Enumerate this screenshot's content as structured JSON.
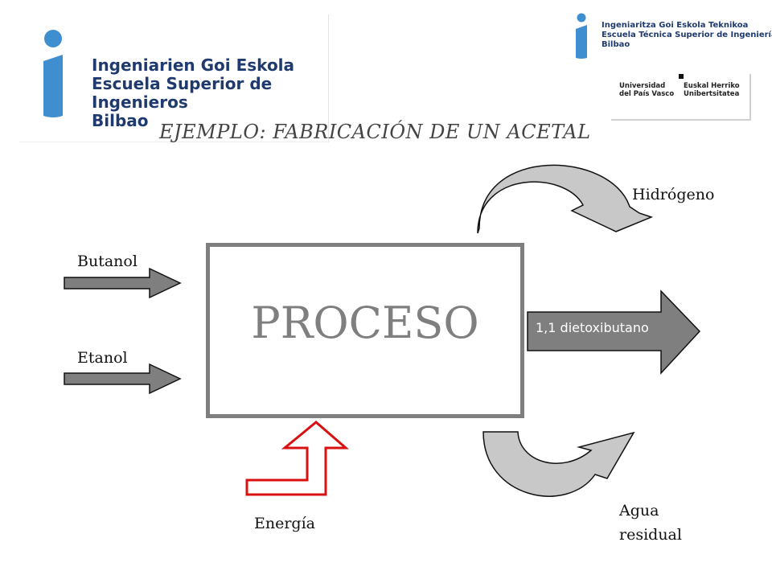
{
  "header": {
    "logo_left_lines": [
      "Ingeniarien Goi Eskola",
      "Escuela Superior de Ingenieros",
      "Bilbao"
    ],
    "logo_right_lines": [
      "Ingeniaritza Goi Eskola Teknikoa",
      "Escuela Técnica Superior de Ingeniería",
      "Bilbao"
    ],
    "university_left": [
      "Universidad",
      "del País Vasco"
    ],
    "university_right": [
      "Euskal Herriko",
      "Unibertsitatea"
    ]
  },
  "title": "EJEMPLO: FABRICACIÓN DE UN ACETAL",
  "diagram": {
    "process": "PROCESO",
    "inputs": [
      "Butanol",
      "Etanol"
    ],
    "energy": "Energía",
    "outputs": {
      "gas": "Hidrógeno",
      "product": "1,1 dietoxibutano",
      "waste_line1": "Agua",
      "waste_line2": "residual"
    }
  },
  "colors": {
    "arrow_dark": "#7f7f7f",
    "arrow_light": "#c8c8c8",
    "energy_red": "#d81010",
    "logo_blue": "#3f8fd0",
    "logo_text": "#1f3a6e"
  }
}
